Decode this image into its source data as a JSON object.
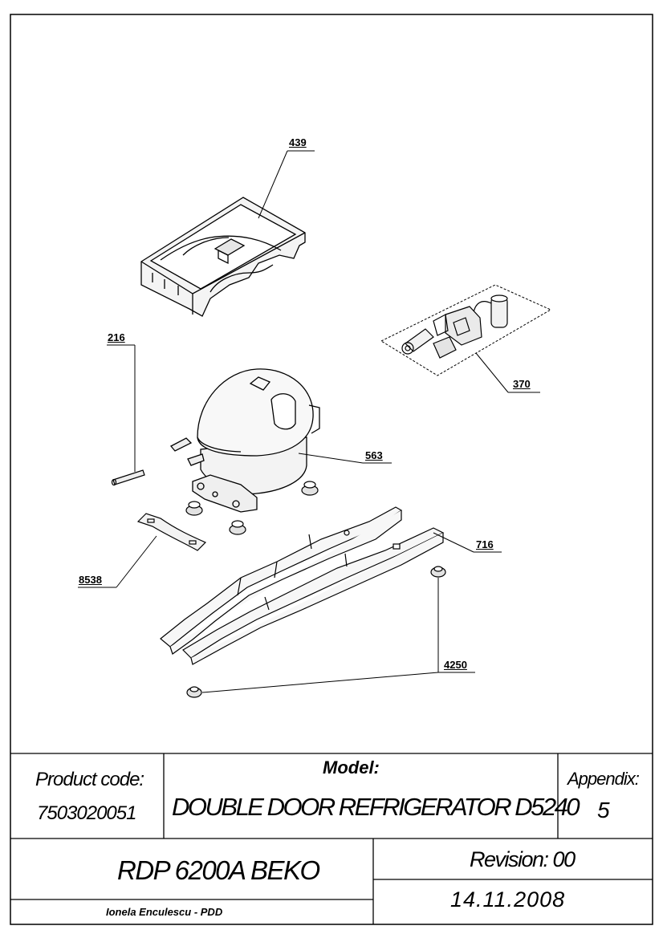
{
  "drawing": {
    "parts": [
      {
        "id": "439"
      },
      {
        "id": "216"
      },
      {
        "id": "370"
      },
      {
        "id": "563"
      },
      {
        "id": "716"
      },
      {
        "id": "8538"
      },
      {
        "id": "4250"
      }
    ]
  },
  "title_block": {
    "product_code_label": "Product code:",
    "product_code": "7503020051",
    "model_label": "Model:",
    "model_name": "DOUBLE DOOR REFRIGERATOR D5240",
    "appendix_label": "Appendix:",
    "appendix_number": "5",
    "product_name": "RDP 6200A BEKO",
    "revision": "Revision: 00",
    "date": "14.11.2008",
    "author": "Ionela Enculescu - PDD"
  }
}
